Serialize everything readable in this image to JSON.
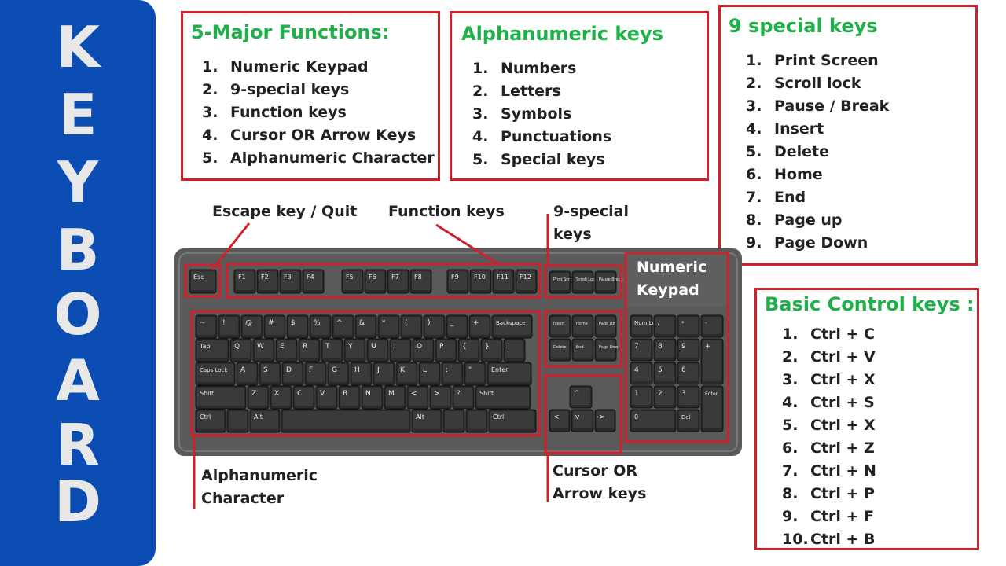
{
  "sidebar": {
    "letters": [
      "K",
      "E",
      "Y",
      "B",
      "O",
      "A",
      "R",
      "D"
    ]
  },
  "boxes": {
    "major": {
      "title": "5-Major Functions:",
      "items": [
        "1.|Numeric Keypad",
        "2.|9-special keys",
        "3.|Function keys",
        "4.|Cursor OR Arrow Keys",
        "5.|Alphanumeric Character"
      ]
    },
    "alnum": {
      "title": "Alphanumeric keys",
      "items": [
        "1.|Numbers",
        "2.|Letters",
        "3.|Symbols",
        "4.|Punctuations",
        "5.|Special keys"
      ]
    },
    "special": {
      "title": "9 special keys",
      "items": [
        "1.|Print Screen",
        "2.|Scroll lock",
        "3.|Pause / Break",
        "4.|Insert",
        "5.|Delete",
        "6.|Home",
        "7.|End",
        "8.|Page up",
        "9.|Page Down"
      ]
    },
    "control": {
      "title": "Basic Control keys :",
      "items": [
        "1.|Ctrl + C",
        "2.|Ctrl + V",
        "3.|Ctrl + X",
        "4.|Ctrl + S",
        "5.|Ctrl + X",
        "6.|Ctrl + Z",
        "7.|Ctrl + N",
        "8.|Ctrl + P",
        "9.|Ctrl + F",
        "10.|Ctrl + B"
      ]
    }
  },
  "labels": {
    "escape": "Escape key / Quit",
    "function": "Function keys",
    "special_line1": "9-special",
    "special_line2": "keys",
    "numeric_line1": "Numeric",
    "numeric_line2": "Keypad",
    "alnum_line1": "Alphanumeric",
    "alnum_line2": "Character",
    "cursor_line1": "Cursor OR",
    "cursor_line2": "Arrow keys"
  },
  "keyboard": {
    "esc": "Esc",
    "fkeys": [
      "F1",
      "F2",
      "F3",
      "F4",
      "F5",
      "F6",
      "F7",
      "F8",
      "F9",
      "F10",
      "F11",
      "F12"
    ],
    "row1": [
      "~",
      "!",
      "@",
      "#",
      "$",
      "%",
      "^",
      "&",
      "*",
      "(",
      ")",
      "_",
      "+"
    ],
    "backspace": "Backspace",
    "tab": "Tab",
    "row2": [
      "Q",
      "W",
      "E",
      "R",
      "T",
      "Y",
      "U",
      "I",
      "O",
      "P",
      "{",
      "}",
      "|"
    ],
    "caps": "Caps Lock",
    "row3": [
      "A",
      "S",
      "D",
      "F",
      "G",
      "H",
      "J",
      "K",
      "L",
      ":",
      "\""
    ],
    "enter": "Enter",
    "shift": "Shift",
    "row4": [
      "Z",
      "X",
      "C",
      "V",
      "B",
      "N",
      "M",
      "<",
      ">",
      "?"
    ],
    "ctrl": "Ctrl",
    "alt": "Alt",
    "special_top": [
      "Print Scr",
      "Scroll Lock",
      "Pause Break"
    ],
    "special_mid": [
      "Insert",
      "Home",
      "Page Up"
    ],
    "special_bot": [
      "Delete",
      "End",
      "Page Down"
    ],
    "arrows": [
      "^",
      "<",
      "v",
      ">"
    ],
    "numpad_row1": [
      "Num Lock",
      "/",
      "*",
      "-"
    ],
    "numpad_row2": [
      "7",
      "8",
      "9",
      "+"
    ],
    "numpad_row3": [
      "4",
      "5",
      "6"
    ],
    "numpad_row4": [
      "1",
      "2",
      "3",
      "Enter"
    ],
    "numpad_row5": [
      "0",
      "Del"
    ]
  },
  "colors": {
    "sidebar": "#0b4db3",
    "box_border": "#d0202a",
    "title_green": "#1fb04a",
    "keyboard_body": "#5a5a5a",
    "key": "#2b2b2b"
  }
}
